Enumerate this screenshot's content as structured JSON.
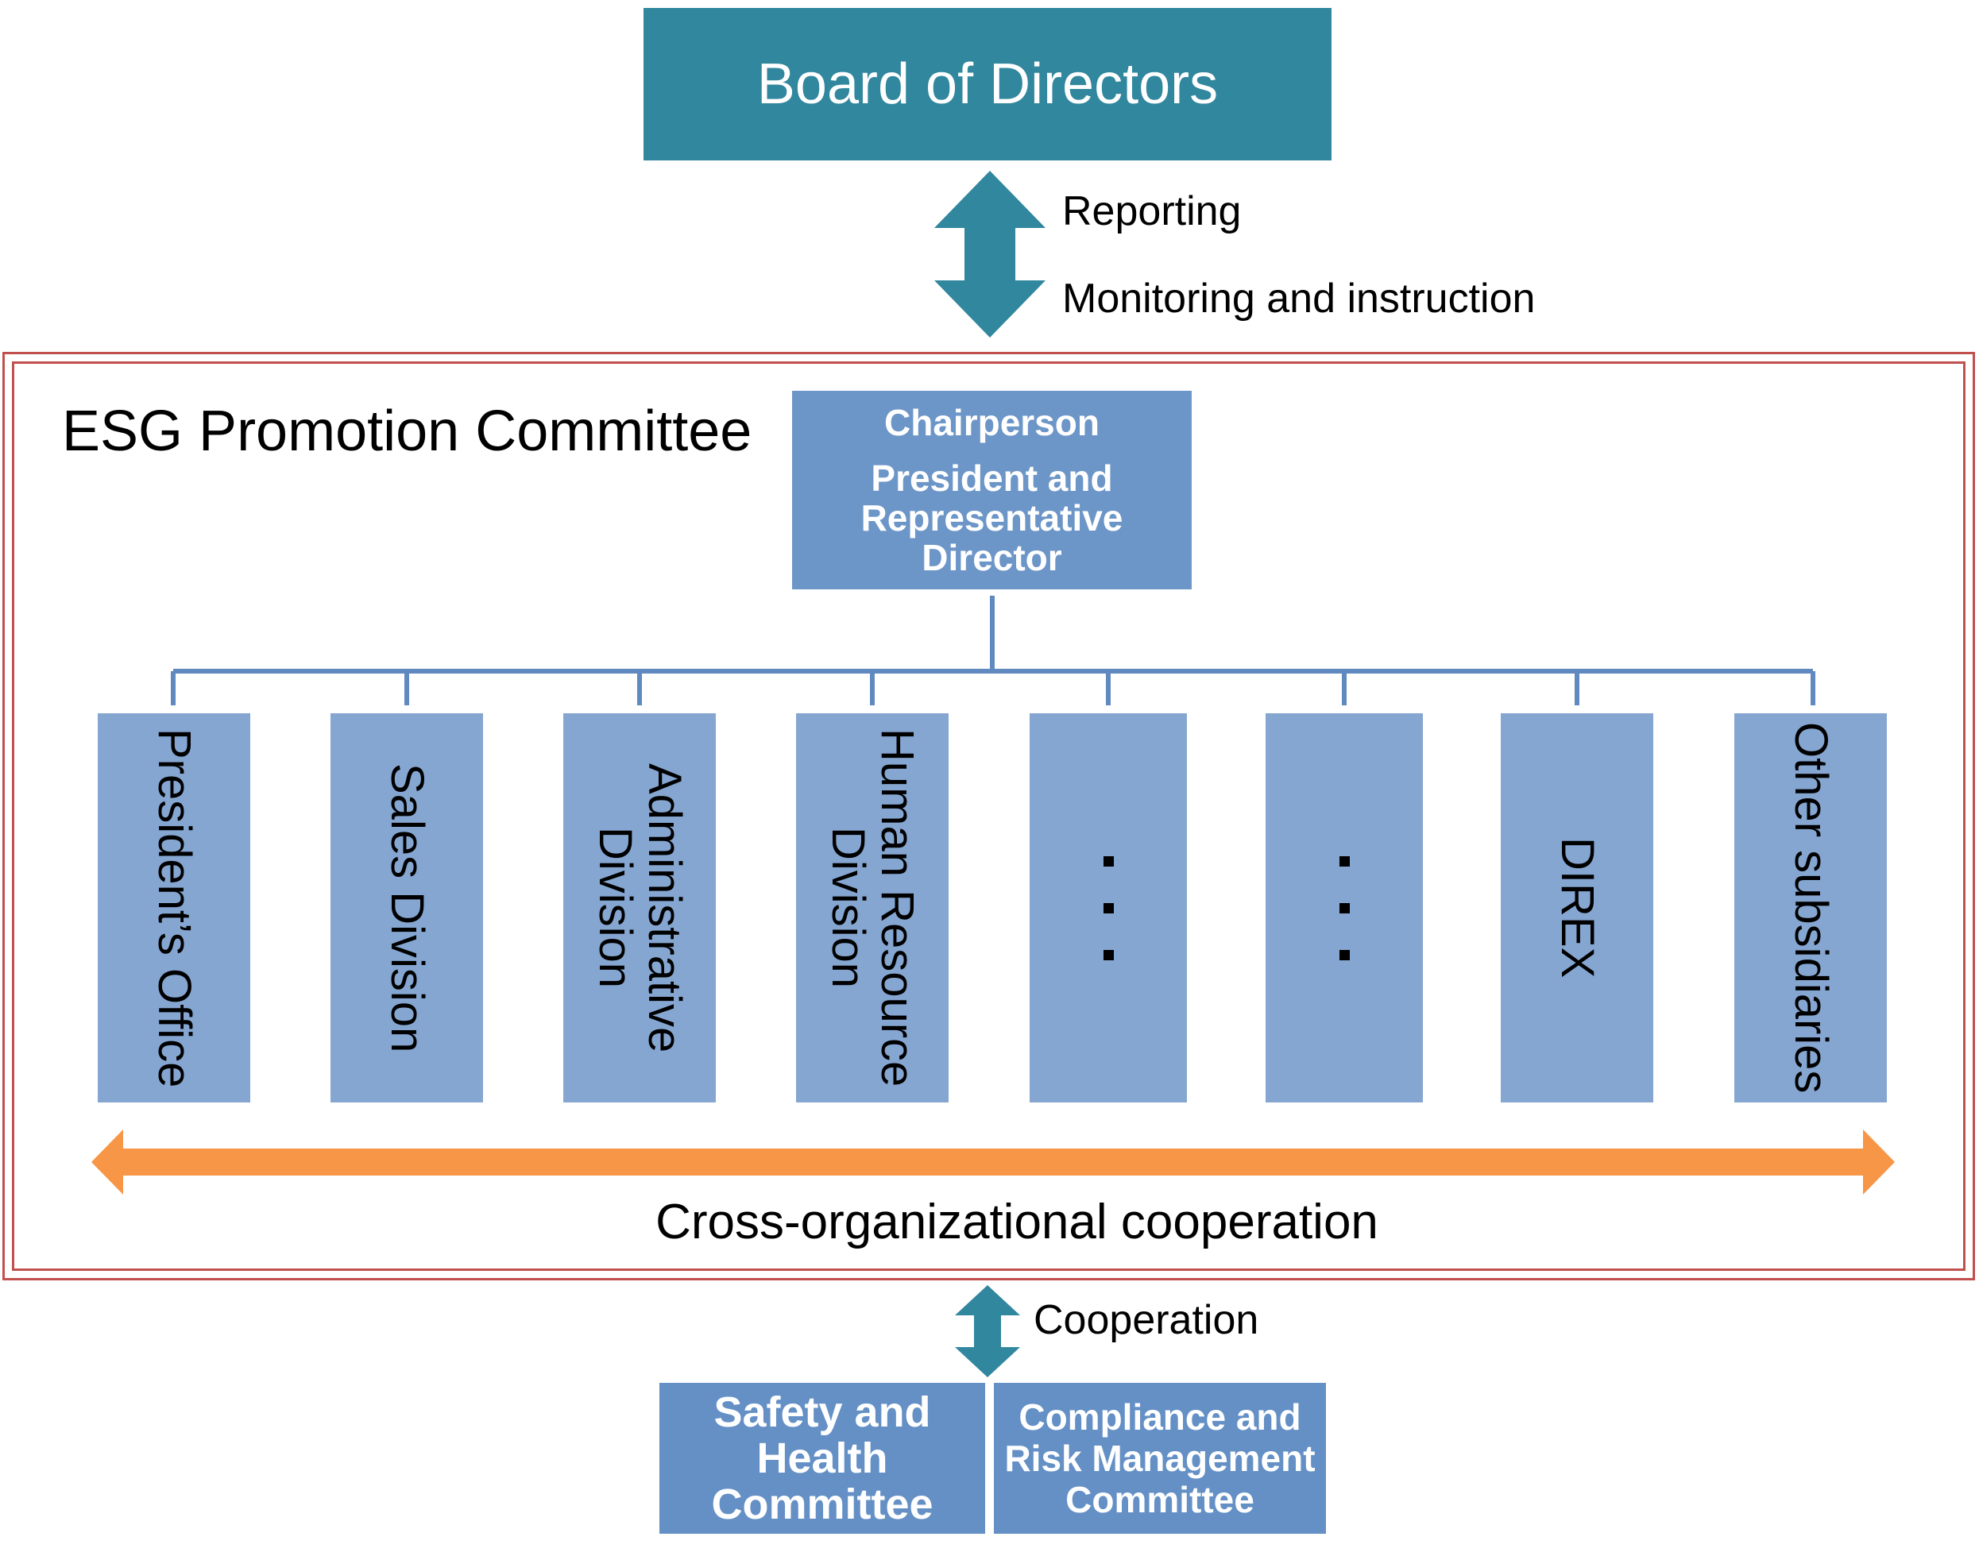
{
  "board": {
    "title": "Board of Directors"
  },
  "top_arrow": {
    "label_up": "Reporting",
    "label_down": "Monitoring and instruction"
  },
  "esg": {
    "title": "ESG Promotion Committee",
    "chair_title": "Chairperson",
    "chair_role": "President and Representative Director"
  },
  "departments": [
    {
      "label": "President’s Office"
    },
    {
      "label": "Sales Division"
    },
    {
      "label": "Administrative\nDivision"
    },
    {
      "label": "Human Resource\nDivision"
    },
    {
      "label": ""
    },
    {
      "label": ""
    },
    {
      "label": "DIREX"
    },
    {
      "label": "Other subsidiaries"
    }
  ],
  "cross_org": {
    "label": "Cross-organizational cooperation"
  },
  "bottom_arrow": {
    "label": "Cooperation"
  },
  "committees": {
    "safety": "Safety and Health Committee",
    "compliance": "Compliance and Risk Management Committee"
  },
  "colors": {
    "board": "#31879e",
    "chair": "#6d96c8",
    "department": "#85a6d1",
    "connector": "#5f89bf",
    "frame": "#c0504d",
    "cross_arrow": "#f79646",
    "committee": "#6490c6"
  }
}
